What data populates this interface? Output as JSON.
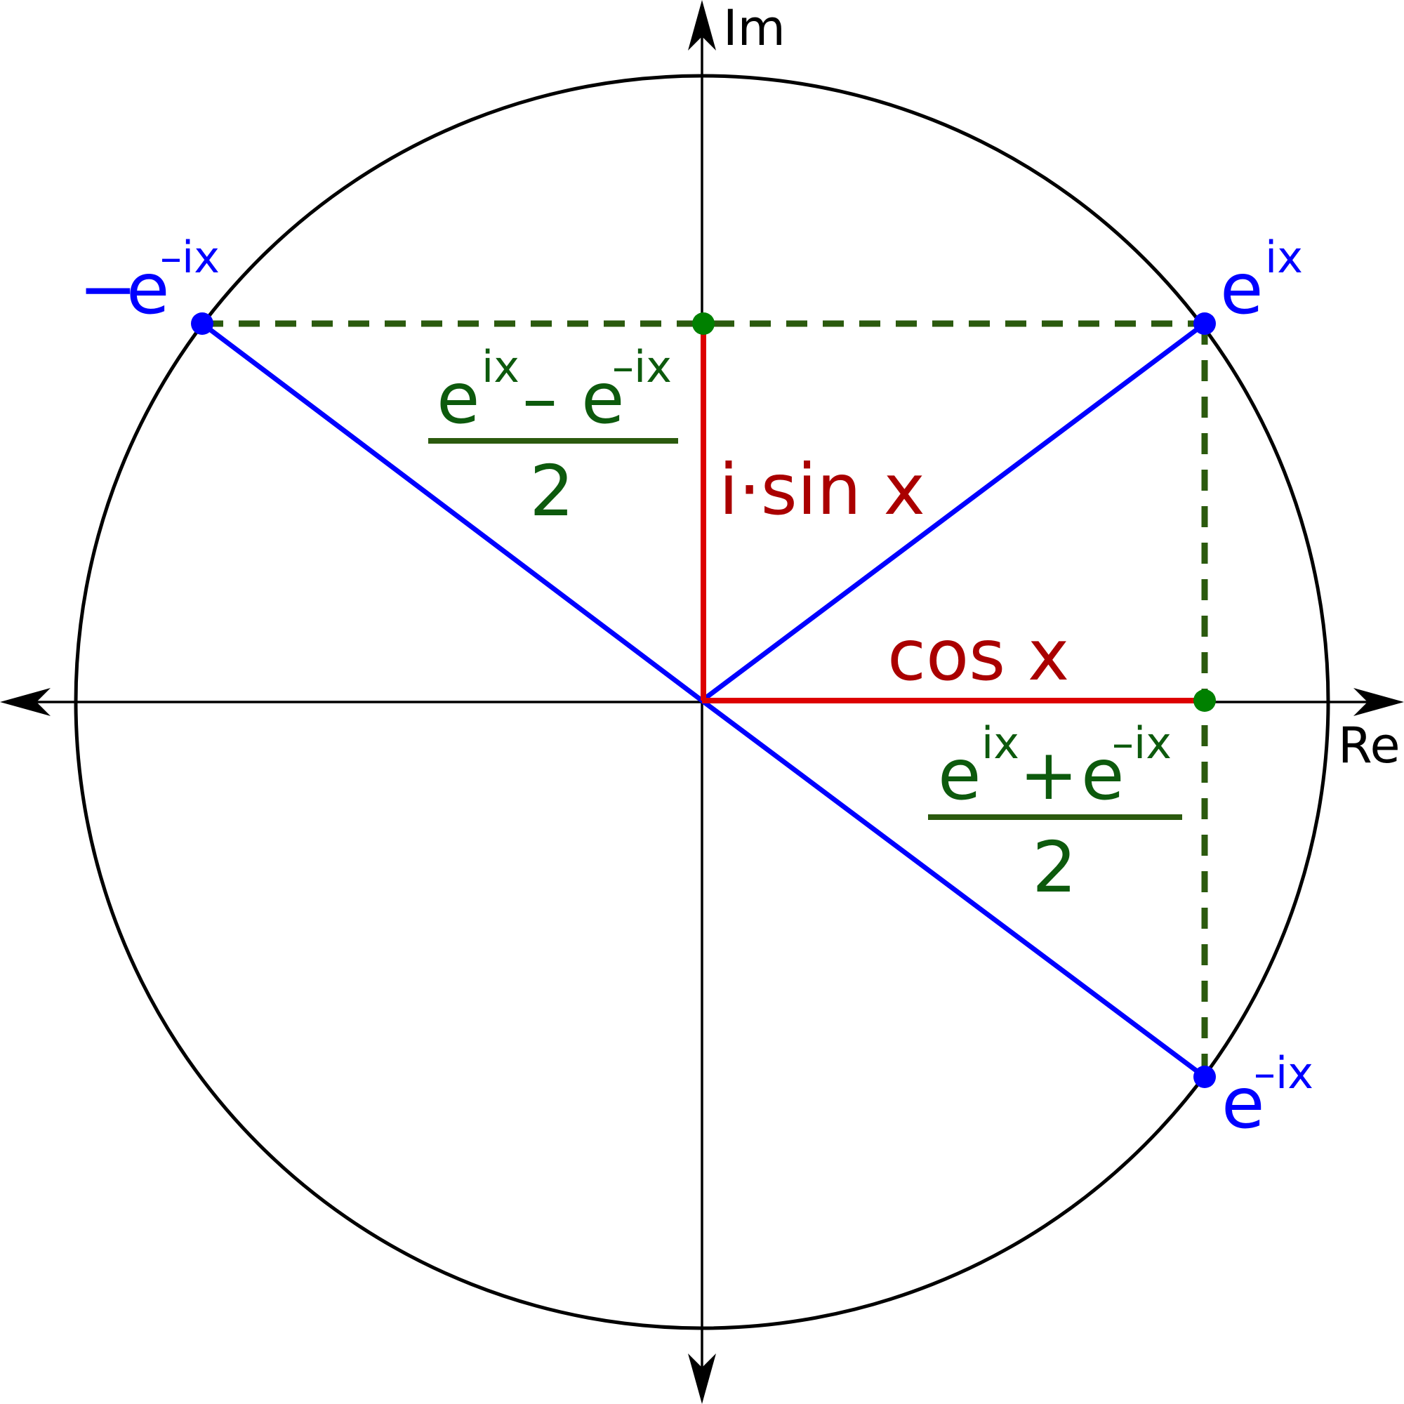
{
  "axes": {
    "real_label": "Re",
    "imag_label": "Im"
  },
  "points": {
    "eix": {
      "base": "e",
      "exponent": "ix"
    },
    "e_neg_ix": {
      "base": "e",
      "exponent": "–ix"
    },
    "neg_e_neg_ix": {
      "sign": "−",
      "base": "e",
      "exponent": "–ix"
    }
  },
  "segments": {
    "cos_label": "cos x",
    "sin_label": "i·sin x"
  },
  "formulas": {
    "sin_formula": {
      "term1_base": "e",
      "term1_exp": "ix",
      "operator": "–",
      "term2_base": "e",
      "term2_exp": "–ix",
      "denominator": "2"
    },
    "cos_formula": {
      "term1_base": "e",
      "term1_exp": "ix",
      "operator": "+",
      "term2_base": "e",
      "term2_exp": "–ix",
      "denominator": "2"
    }
  },
  "colors": {
    "point_blue": "#0000ff",
    "segment_red": "#dd0000",
    "label_red": "#aa0000",
    "dashed_green": "#2b5a0e",
    "formula_green": "#0d5a0d",
    "dot_green": "#008000",
    "axis_black": "#000000"
  }
}
